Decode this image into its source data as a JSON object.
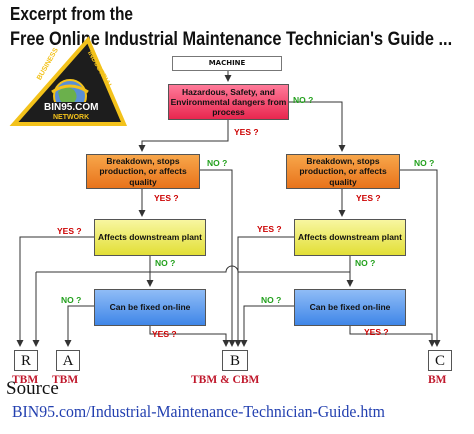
{
  "header": {
    "line1": "Excerpt from the",
    "line2": "Free Online Industrial Maintenance Technician's Guide ..."
  },
  "logo": {
    "top_text": "BUSINESS INDUSTRIAL",
    "main_text": "BIN95.COM",
    "bottom_text": "NETWORK"
  },
  "flow": {
    "machine": "MACHINE",
    "hazard": "Hazardous, Safety, and Environmental dangers from process",
    "breakdown_left": "Breakdown, stops production, or affects quality",
    "breakdown_right": "Breakdown, stops production, or affects quality",
    "downstream_left": "Affects downstream plant",
    "downstream_right": "Affects downstream plant",
    "online_left": "Can be fixed on-line",
    "online_right": "Can be fixed on-line",
    "yes": "YES ?",
    "no": "NO ?"
  },
  "terminals": {
    "r": "R",
    "a": "A",
    "b": "B",
    "c": "C",
    "r_label": "TBM",
    "a_label": "TBM",
    "b_label": "TBM & CBM",
    "c_label": "BM"
  },
  "source": {
    "label": "Source",
    "url": "BIN95.com/Industrial-Maintenance-Technician-Guide.htm"
  },
  "colors": {
    "hazard": "#e8274f",
    "breakdown": "#e8731b",
    "downstream": "#e2df36",
    "online": "#3f86e8",
    "yes": "#cc0000",
    "no": "#22a01c",
    "terminal_label": "#c0182c",
    "link": "#2340b0"
  }
}
